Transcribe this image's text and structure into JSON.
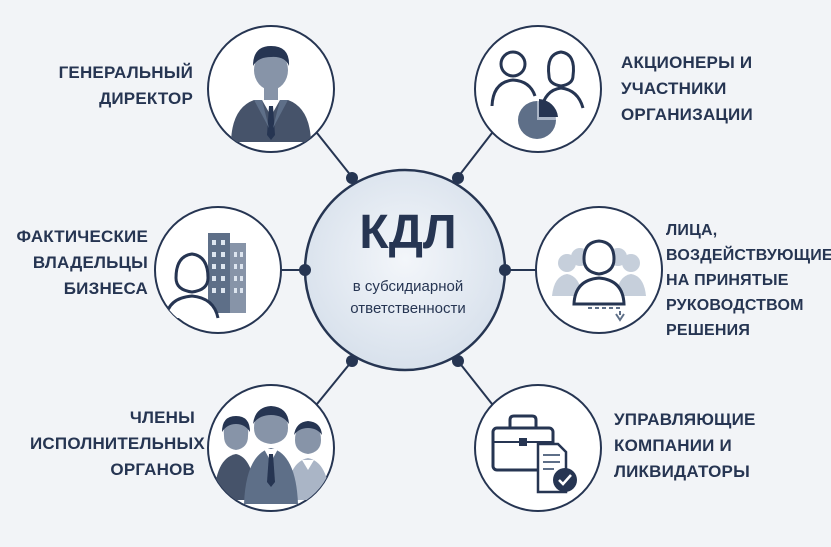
{
  "center": {
    "title": "КДЛ",
    "subtitle_line1": "в субсидиарной",
    "subtitle_line2": "ответственности"
  },
  "nodes": [
    {
      "id": "general-director",
      "icon": "businessman-icon",
      "lines": [
        "ГЕНЕРАЛЬНЫЙ",
        "ДИРЕКТОР"
      ]
    },
    {
      "id": "shareholders",
      "icon": "shareholders-pie-icon",
      "lines": [
        "АКЦИОНЕРЫ И",
        "УЧАСТНИКИ",
        "ОРГАНИЗАЦИИ"
      ]
    },
    {
      "id": "actual-owners",
      "icon": "person-building-icon",
      "lines": [
        "ФАКТИЧЕСКИЕ",
        "ВЛАДЕЛЬЦЫ",
        "БИЗНЕСА"
      ]
    },
    {
      "id": "influencers",
      "icon": "influencer-group-icon",
      "lines": [
        "ЛИЦА,",
        "ВОЗДЕЙСТВУЮЩИЕ",
        "НА ПРИНЯТЫЕ",
        "РУКОВОДСТВОМ",
        "РЕШЕНИЯ"
      ]
    },
    {
      "id": "executive-members",
      "icon": "team-icon",
      "lines": [
        "ЧЛЕНЫ",
        "ИСПОЛНИТЕЛЬНЫХ",
        "ОРГАНОВ"
      ]
    },
    {
      "id": "managers-liquidators",
      "icon": "briefcase-document-icon",
      "lines": [
        "УПРАВЛЯЮЩИЕ",
        "КОМПАНИИ И",
        "ЛИКВИДАТОРЫ"
      ]
    }
  ],
  "colors": {
    "navy": "#263552",
    "slate": "#5e6f88",
    "light_slate": "#aab5c6",
    "center_fill": "#dde5ef",
    "background": "#f2f4f7"
  }
}
